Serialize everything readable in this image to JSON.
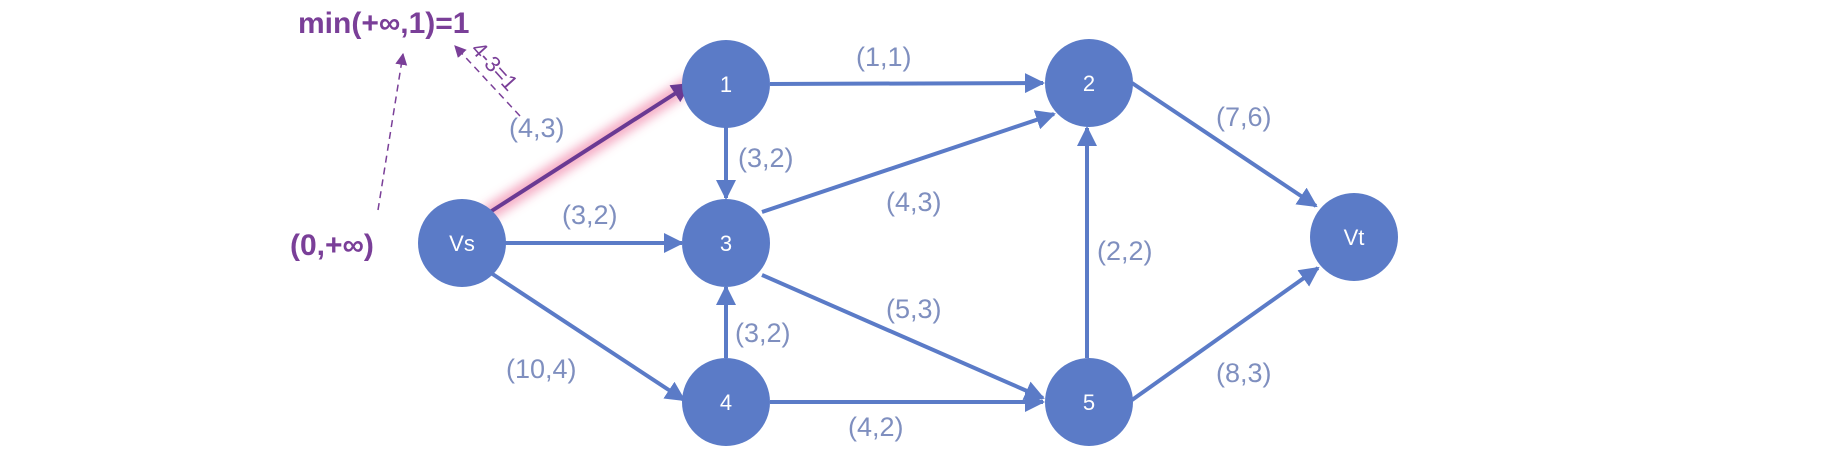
{
  "nodes": [
    {
      "id": "vs",
      "label": "Vs"
    },
    {
      "id": "n1",
      "label": "1"
    },
    {
      "id": "n2",
      "label": "2"
    },
    {
      "id": "n3",
      "label": "3"
    },
    {
      "id": "n4",
      "label": "4"
    },
    {
      "id": "n5",
      "label": "5"
    },
    {
      "id": "vt",
      "label": "Vt"
    }
  ],
  "edges": [
    {
      "from": "vs",
      "to": "n1",
      "label": "(4,3)",
      "highlighted": true
    },
    {
      "from": "vs",
      "to": "n3",
      "label": "(3,2)"
    },
    {
      "from": "vs",
      "to": "n4",
      "label": "(10,4)"
    },
    {
      "from": "n1",
      "to": "n2",
      "label": "(1,1)"
    },
    {
      "from": "n1",
      "to": "n3",
      "label": "(3,2)"
    },
    {
      "from": "n3",
      "to": "n2",
      "label": "(4,3)"
    },
    {
      "from": "n3",
      "to": "n5",
      "label": "(5,3)"
    },
    {
      "from": "n4",
      "to": "n3",
      "label": "(3,2)"
    },
    {
      "from": "n4",
      "to": "n5",
      "label": "(4,2)"
    },
    {
      "from": "n5",
      "to": "n2",
      "label": "(2,2)"
    },
    {
      "from": "n2",
      "to": "vt",
      "label": "(7,6)"
    },
    {
      "from": "n5",
      "to": "vt",
      "label": "(8,3)"
    }
  ],
  "annotations": {
    "source_label": "(0,+∞)",
    "min_formula": "min(+∞,1)=1",
    "residual": "4-3=1"
  },
  "colors": {
    "node": "#5b7bc7",
    "edge": "#5b7bc7",
    "edge_label": "#7f8fbf",
    "highlight_edge": "#6a3a93",
    "highlight_glow": "#f4a6c0",
    "annotation": "#7a3f98"
  }
}
